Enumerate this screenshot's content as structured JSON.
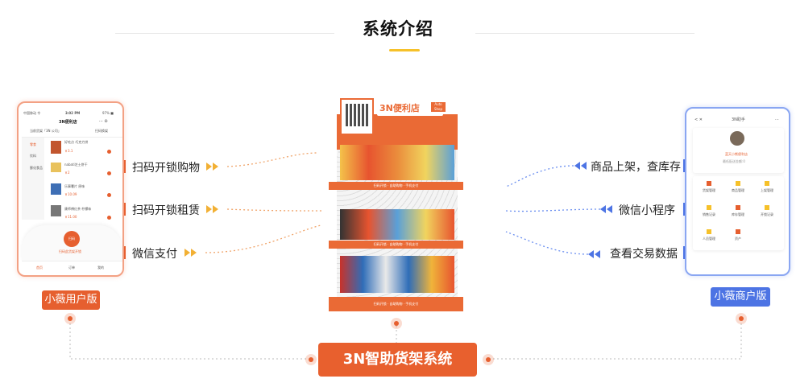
{
  "header": {
    "title": "系统介绍"
  },
  "user_phone": {
    "status_left": "中国移动 令",
    "status_time": "3:02 PM",
    "status_right": "97% ■",
    "app_title": "3N便利店",
    "location": "当前货架「3N 公司」",
    "scan_link": "扫码换架",
    "categories": [
      "零食",
      "饮料",
      "膨化食品"
    ],
    "products": [
      {
        "name": "好吃点 巧克力饼",
        "price": "￥3.1"
      },
      {
        "name": "nabati芝士饼干",
        "price": "￥2"
      },
      {
        "name": "乐事薯片 原味",
        "price": "￥10.09"
      },
      {
        "name": "康师傅红茶 柠檬味",
        "price": "￥11.00"
      }
    ],
    "scan_button_label": "扫码",
    "scan_caption": "扫码此货架开锁",
    "tabs": [
      "首页",
      "订单",
      "我的"
    ]
  },
  "merchant_phone": {
    "back": "< ✕",
    "app_title": "3N助手",
    "more": "···",
    "user_name": "蓝天小熊便利店",
    "user_sub": "最低配送金额:0",
    "grid": [
      "货架管理",
      "商品管理",
      "上架管理",
      "销售记录",
      "库存管理",
      "开锁记录",
      "人员管理",
      "资产"
    ]
  },
  "features_left": [
    "扫码开锁购物",
    "扫码开锁租赁",
    "微信支付"
  ],
  "features_right": [
    "商品上架，查库存",
    "微信小程序",
    "查看交易数据"
  ],
  "badges": {
    "user": "小薇用户版",
    "merchant": "小薇商户版"
  },
  "shelf": {
    "brand": "3N便利店",
    "brand_tag": "Auto Shop",
    "row_text": "扫码开锁 · 自助购物 · 手机支付"
  },
  "system_button": "3N智助货架系统",
  "colors": {
    "orange": "#e8602e",
    "blue": "#4d74e4",
    "yellow": "#f6c12a"
  }
}
